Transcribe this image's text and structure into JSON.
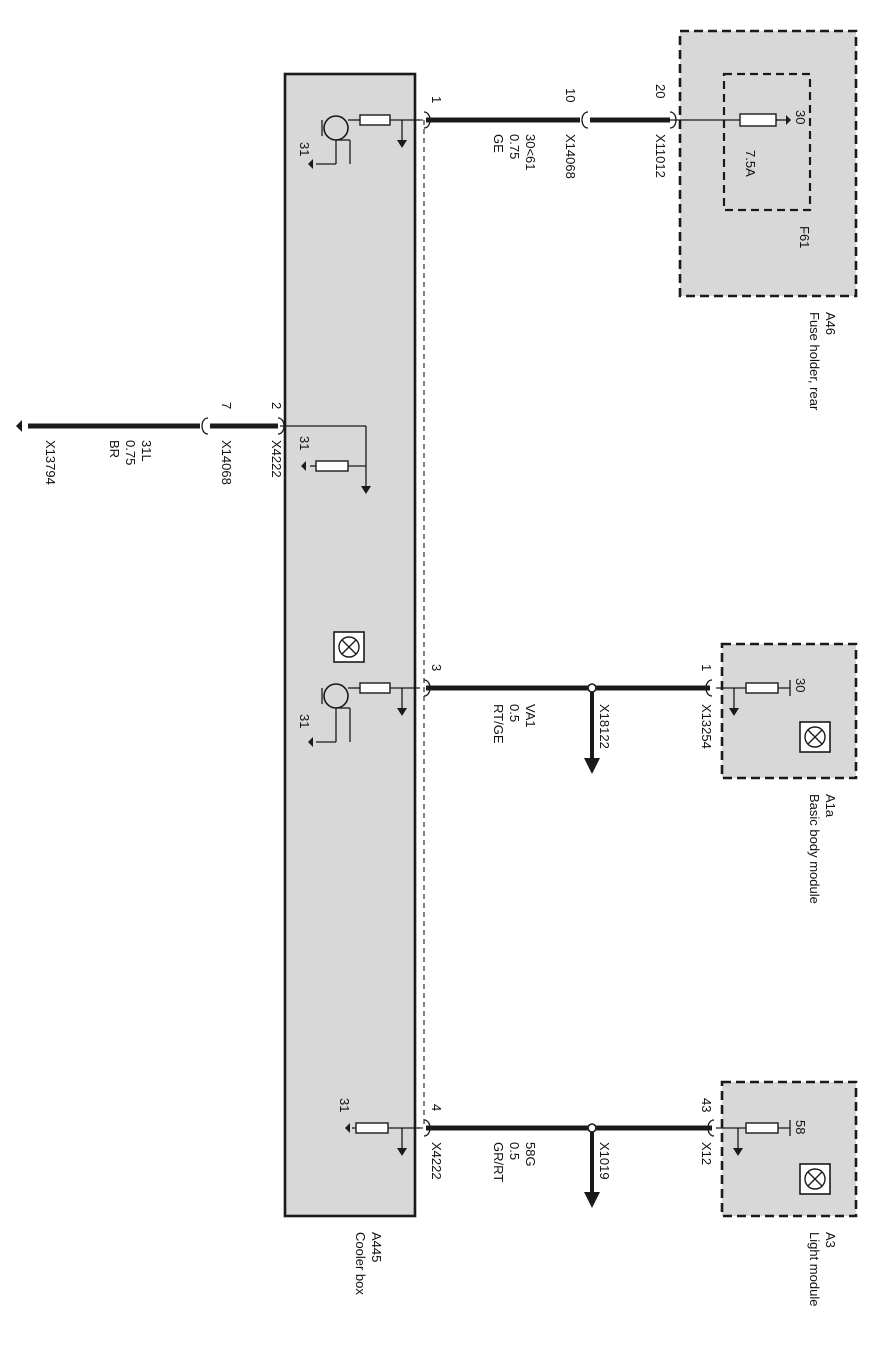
{
  "components": {
    "cooler_box": {
      "id": "A445",
      "name": "Cooler box"
    },
    "fuse_holder": {
      "id": "A46",
      "name": "Fuse holder, rear",
      "fuse_id": "F61",
      "fuse_rating": "7.5A",
      "fuse_terminal": "30"
    },
    "basic_body_module": {
      "id": "A1a",
      "name": "Basic body module",
      "terminal": "30"
    },
    "light_module": {
      "id": "A3",
      "name": "Light module",
      "terminal": "58"
    }
  },
  "ground_label": "31",
  "wires": [
    {
      "pin": "1",
      "connector": "X14068",
      "circuit": "30<61",
      "gauge": "0.75",
      "color": "GE",
      "far_pin": "10",
      "far_connector": "X14068",
      "end_pin": "20",
      "end_connector": "X11012"
    },
    {
      "pin": "2",
      "connector": "X4222",
      "circuit": "31L",
      "gauge": "0.75",
      "color": "BR",
      "far_pin": "7",
      "far_connector": "X14068",
      "end_connector": "X13794"
    },
    {
      "pin": "3",
      "connector": "X18122",
      "circuit": "VA1",
      "gauge": "0.5",
      "color": "RT/GE",
      "end_pin": "1",
      "end_connector": "X13254"
    },
    {
      "pin": "4",
      "connector": "X4222",
      "circuit": "58G",
      "gauge": "0.5",
      "color": "GR/RT",
      "splice_connector": "X1019",
      "end_pin": "43",
      "end_connector": "X12"
    }
  ]
}
